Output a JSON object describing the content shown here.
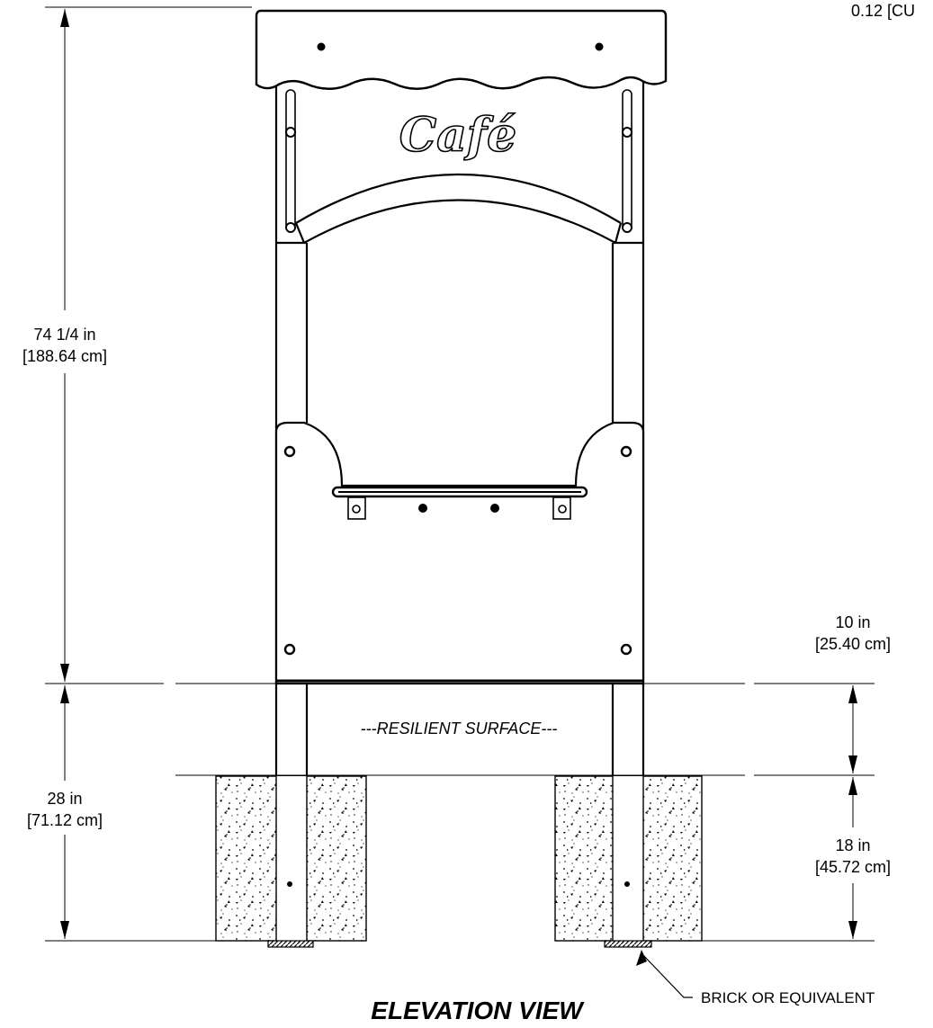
{
  "sign": {
    "logo_text": "Café"
  },
  "dimensions": {
    "overall_height": {
      "line1": "74 1/4 in",
      "line2": "[188.64 cm]"
    },
    "below_grade": {
      "line1": "28 in",
      "line2": "[71.12 cm]"
    },
    "surface_depth": {
      "line1": "10 in",
      "line2": "[25.40 cm]"
    },
    "footing_depth": {
      "line1": "18 in",
      "line2": "[45.72 cm]"
    },
    "corner_note": "0.12 [CU"
  },
  "labels": {
    "resilient_surface": "---RESILIENT SURFACE---",
    "brick_note": "BRICK OR EQUIVALENT"
  },
  "title": "ELEVATION VIEW"
}
